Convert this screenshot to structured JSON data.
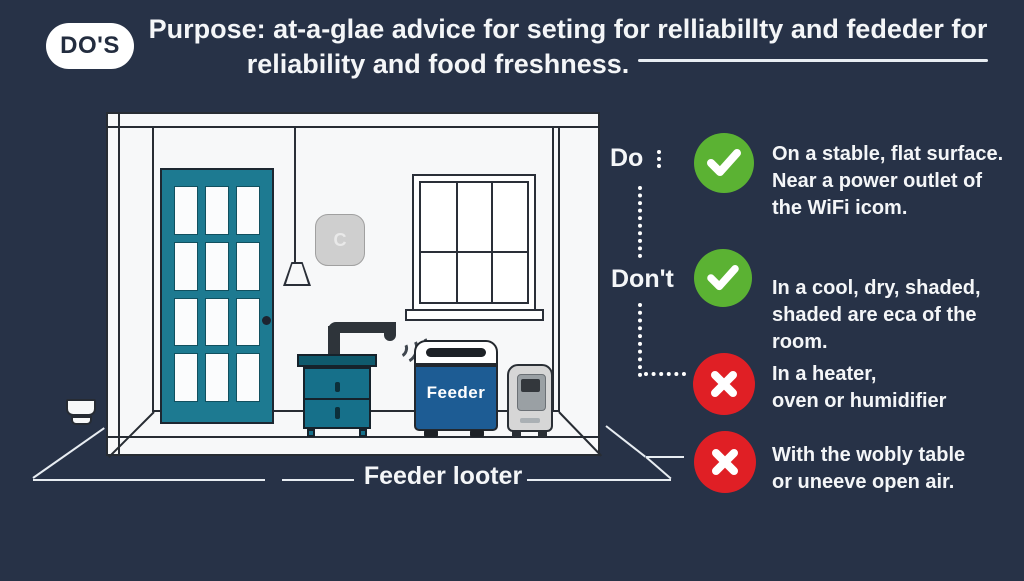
{
  "badge": {
    "label": "DO'S"
  },
  "title": {
    "line1": "Purpose: at-a-glae advice for seting for relliabillty and fededer for",
    "line2": "reliability and food freshness."
  },
  "room": {
    "thermostat_label": "C",
    "feeder_label": "Feeder",
    "caption": "Feeder looter"
  },
  "advice": {
    "do_label": "Do",
    "dont_label": "Don't",
    "items": [
      {
        "type": "check",
        "lines": [
          "On a stable, flat surface.",
          "Near a power outlet of",
          "the WiFi icom."
        ]
      },
      {
        "type": "check",
        "lines": [
          "In a cool, dry, shaded,",
          "shaded are eca of the",
          "room."
        ]
      },
      {
        "type": "cross",
        "lines": [
          "In a heater,",
          "oven or humidifier"
        ]
      },
      {
        "type": "cross",
        "lines": [
          "With the wobly table",
          "or uneeve open air."
        ]
      }
    ]
  },
  "icons": {
    "check": "✓",
    "cross": "✕"
  },
  "colors": {
    "background": "#273247",
    "door_teal": "#1d7a91",
    "nightstand_teal": "#16708a",
    "feeder_blue": "#1d5c94",
    "check_green": "#5bb233",
    "cross_red": "#e01f25",
    "line_white": "#e8edf2"
  }
}
